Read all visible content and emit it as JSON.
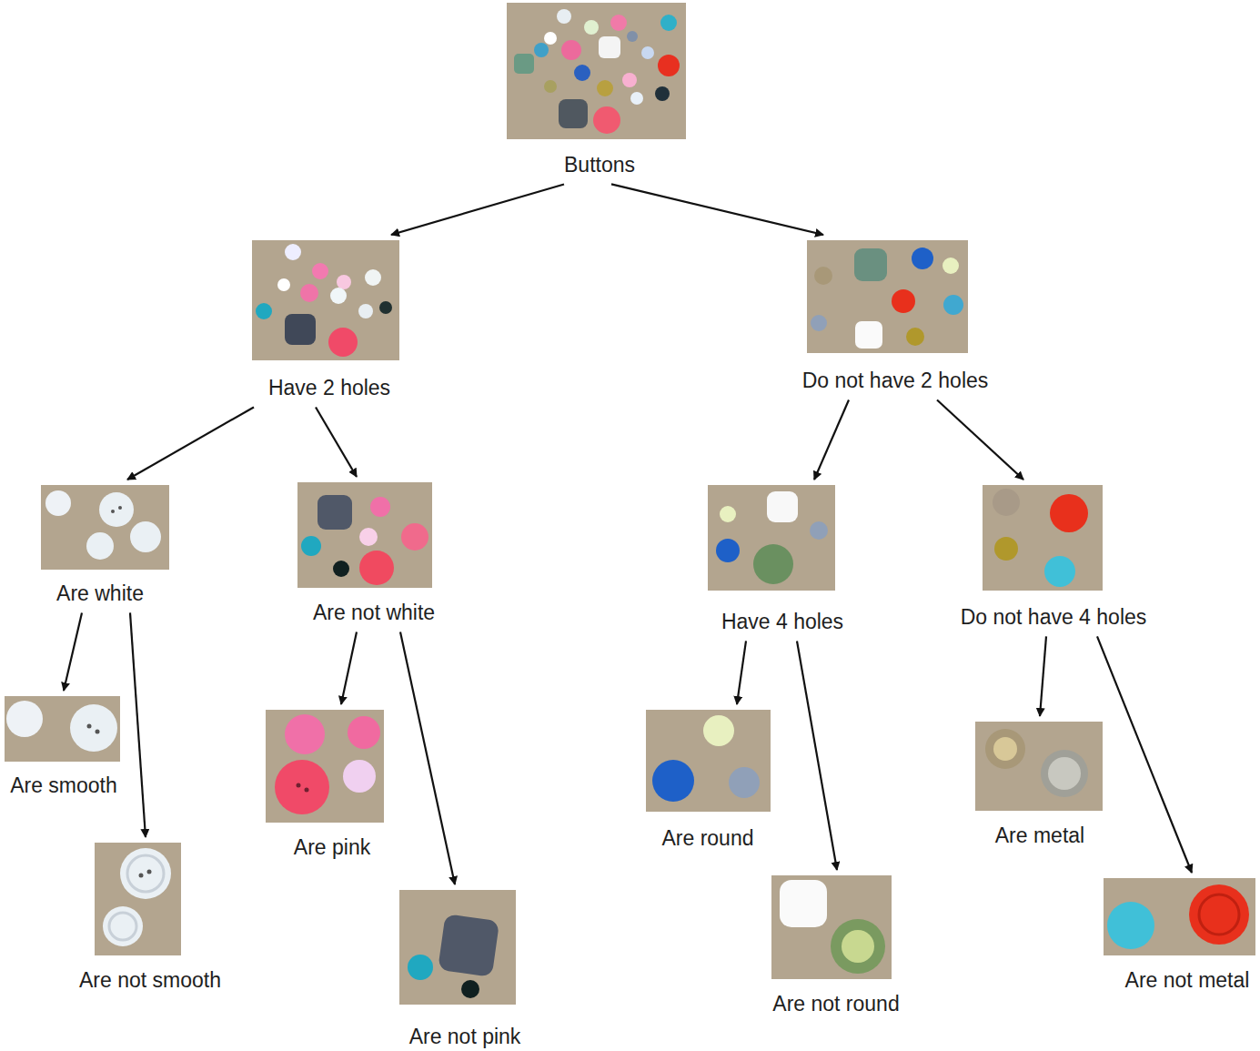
{
  "diagram": {
    "nodes": [
      {
        "text": [
          "Buttons"
        ]
      },
      {
        "text": [
          "Have 2 holes"
        ]
      },
      {
        "text": [
          "Do not have 2 holes"
        ]
      },
      {
        "text": [
          "Are white"
        ]
      },
      {
        "text": [
          "Are not white"
        ]
      },
      {
        "text": [
          "Have 4 holes"
        ]
      },
      {
        "text": [
          "Do not have 4 holes"
        ]
      },
      {
        "text": [
          "Are smooth"
        ]
      },
      {
        "text": [
          "Are not smooth"
        ]
      },
      {
        "text": [
          "Are pink"
        ]
      },
      {
        "text": [
          "Are not pink"
        ]
      },
      {
        "text": [
          "Are round"
        ]
      },
      {
        "text": [
          "Are not round"
        ]
      },
      {
        "text": [
          "Are metal"
        ]
      },
      {
        "text": [
          "Are not metal"
        ]
      }
    ],
    "edges": [
      {
        "from": 0,
        "to": 1,
        "arrow": "to"
      },
      {
        "from": 0,
        "to": 2,
        "arrow": "to"
      },
      {
        "from": 1,
        "to": 3,
        "arrow": "to"
      },
      {
        "from": 1,
        "to": 4,
        "arrow": "to"
      },
      {
        "from": 2,
        "to": 5,
        "arrow": "to"
      },
      {
        "from": 2,
        "to": 6,
        "arrow": "to"
      },
      {
        "from": 3,
        "to": 7,
        "arrow": "to"
      },
      {
        "from": 3,
        "to": 8,
        "arrow": "to"
      },
      {
        "from": 4,
        "to": 9,
        "arrow": "to"
      },
      {
        "from": 4,
        "to": 10,
        "arrow": "to"
      },
      {
        "from": 5,
        "to": 11,
        "arrow": "to"
      },
      {
        "from": 5,
        "to": 12,
        "arrow": "to"
      },
      {
        "from": 6,
        "to": 13,
        "arrow": "to"
      },
      {
        "from": 6,
        "to": 14,
        "arrow": "to"
      }
    ]
  }
}
